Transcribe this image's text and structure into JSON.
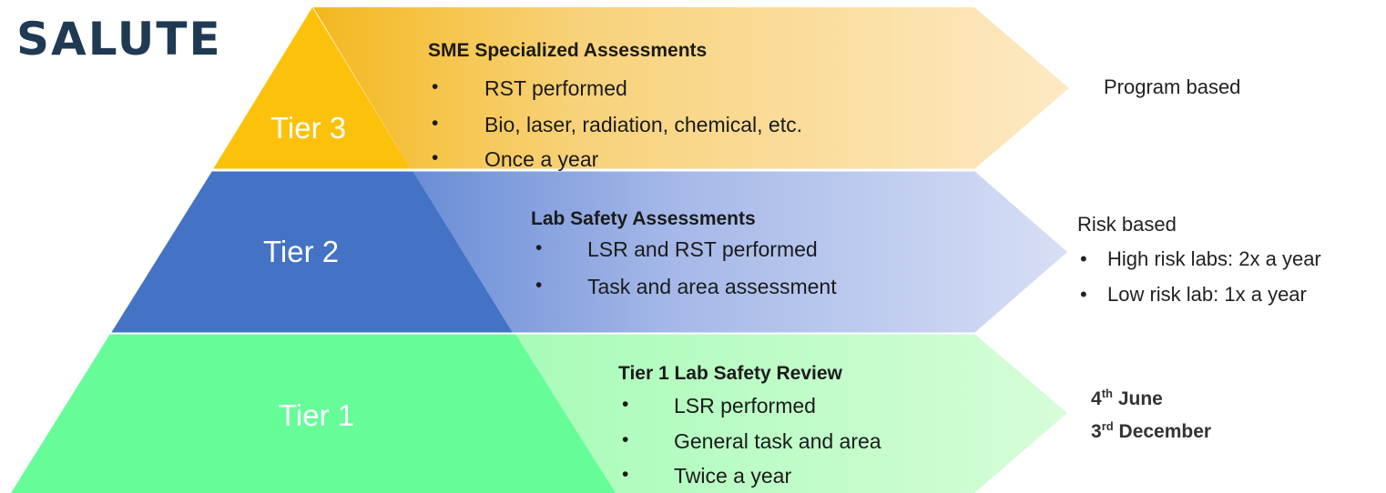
{
  "brand": {
    "logo_text": "SALUTE"
  },
  "colors": {
    "tier3": "#fcc10a",
    "tier2": "#4472c4",
    "tier1": "#66fd99",
    "tier3_band": "#fde6b5",
    "tier2_band": "#cdd7f3",
    "tier1_band": "#d2fdd5"
  },
  "tiers": [
    {
      "label": "Tier 3",
      "heading": "SME Specialized Assessments",
      "items": [
        "RST performed",
        "Bio, laser, radiation, chemical, etc.",
        "Once a year"
      ],
      "side": {
        "title": "Program based"
      }
    },
    {
      "label": "Tier 2",
      "heading": "Lab Safety Assessments",
      "items": [
        "LSR and RST performed",
        "Task and area assessment"
      ],
      "side": {
        "title": "Risk based",
        "items": [
          "High risk labs: 2x a year",
          "Low risk lab: 1x a year"
        ]
      }
    },
    {
      "label": "Tier 1",
      "heading": "Tier 1 Lab Safety Review",
      "items": [
        "LSR performed",
        "General task and area",
        "Twice a year"
      ],
      "side": {
        "dates": [
          {
            "num": "4",
            "suffix": "th",
            "text": "June"
          },
          {
            "num": "3",
            "suffix": "rd",
            "text": "December"
          }
        ]
      }
    }
  ],
  "bullet_char": "•"
}
